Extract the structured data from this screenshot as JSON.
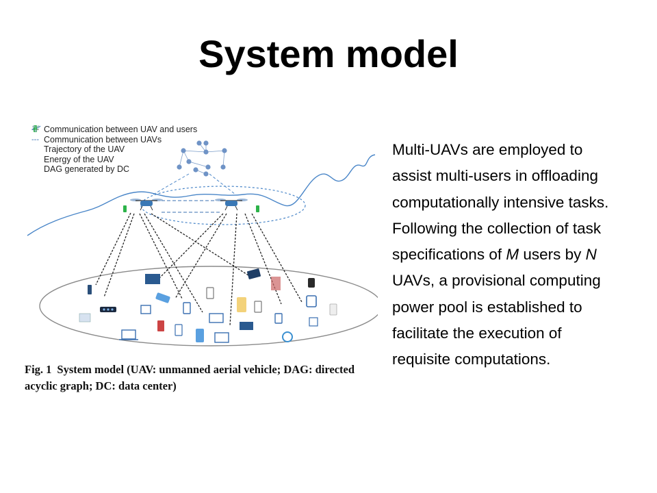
{
  "slide": {
    "title": "System model"
  },
  "figure": {
    "legend": [
      {
        "icon": "dotted-line-icon",
        "label": "Communication between UAV and users"
      },
      {
        "icon": "dashed-line-icon",
        "label": "Communication between UAVs"
      },
      {
        "icon": "trajectory-icon",
        "label": "Trajectory of the UAV"
      },
      {
        "icon": "battery-icon",
        "label": "Energy of the UAV"
      },
      {
        "icon": "dag-icon",
        "label": "DAG generated by DC"
      }
    ],
    "caption": {
      "number": "Fig. 1",
      "text": "System model (UAV: unmanned aerial vehicle; DAG: directed acyclic graph; DC: data center)"
    },
    "colors": {
      "uav": "#3a78b5",
      "trajectory": "#4a86c8",
      "battery": "#2db34a",
      "ellipse": "#888888"
    }
  },
  "description": {
    "lines": [
      "Multi-UAVs are employed to",
      "assist multi-users in offloading",
      "computationally intensive tasks.",
      "Following the collection of task",
      [
        "specifications of ",
        "M",
        " users by ",
        "N"
      ],
      "UAVs, a provisional computing",
      "power pool is established to",
      "facilitate the execution of",
      "requisite computations."
    ]
  }
}
